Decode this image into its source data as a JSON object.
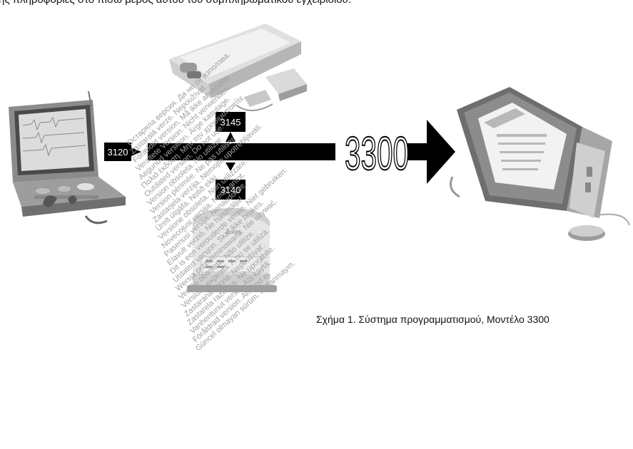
{
  "header_text": "ης πληροφορίες στο πίσω μέρος αυτού του συμπληρωματικού εγχειριδίου.",
  "labels": {
    "model_3120": "3120",
    "model_3145": "3145",
    "model_3140": "3140",
    "model_3300": "3300"
  },
  "caption": "Σχήμα 1. Σύστημα προγραμματισμού, Μοντέλο 3300",
  "watermark_lines": [
    "Остаряла версия. Да не се използва.",
    "Zastaralá verze. Nepoužívat.",
    "Forældet version. Må ikke anvendes.",
    "Veraltete Version. Nicht verwenden.",
    "Aegunud versioon. Ärge kasutage.",
    "Παλιά έκδοση. Μην την χρησιμοποιείτε.",
    "Outdated version. Do not use.",
    "Version obsoleta. No utilizar.",
    "Version périmée. Ne pas utiliser.",
    "Zastarjela verzija. Nemojte upotrebljavati.",
    "Úrelt útgáfa. Notið ekki.",
    "Versione obsoleta. Non utilizzare.",
    "Novecojusi versija. Neizmantot.",
    "Pasenusi versija. Nenaudokite.",
    "Elavult verzió. Ne használja!",
    "Dit is een verouderde versie. Niet gebruiken.",
    "Utdatert versjon. Skal ikke brukes.",
    "Wersja przeterminowana. Nie używać.",
    "Versão obsoleta. Não utilize.",
    "Versiune expirată. A nu se utiliza.",
    "Zastaraná verzia. Nepoužívať.",
    "Zastarela različica. Ne uporabite.",
    "Vanhentunut versio. Älä käytä.",
    "Föråldrad version. Använd ej.",
    "Güncel olmayan sürüm. Kullanmayın."
  ]
}
